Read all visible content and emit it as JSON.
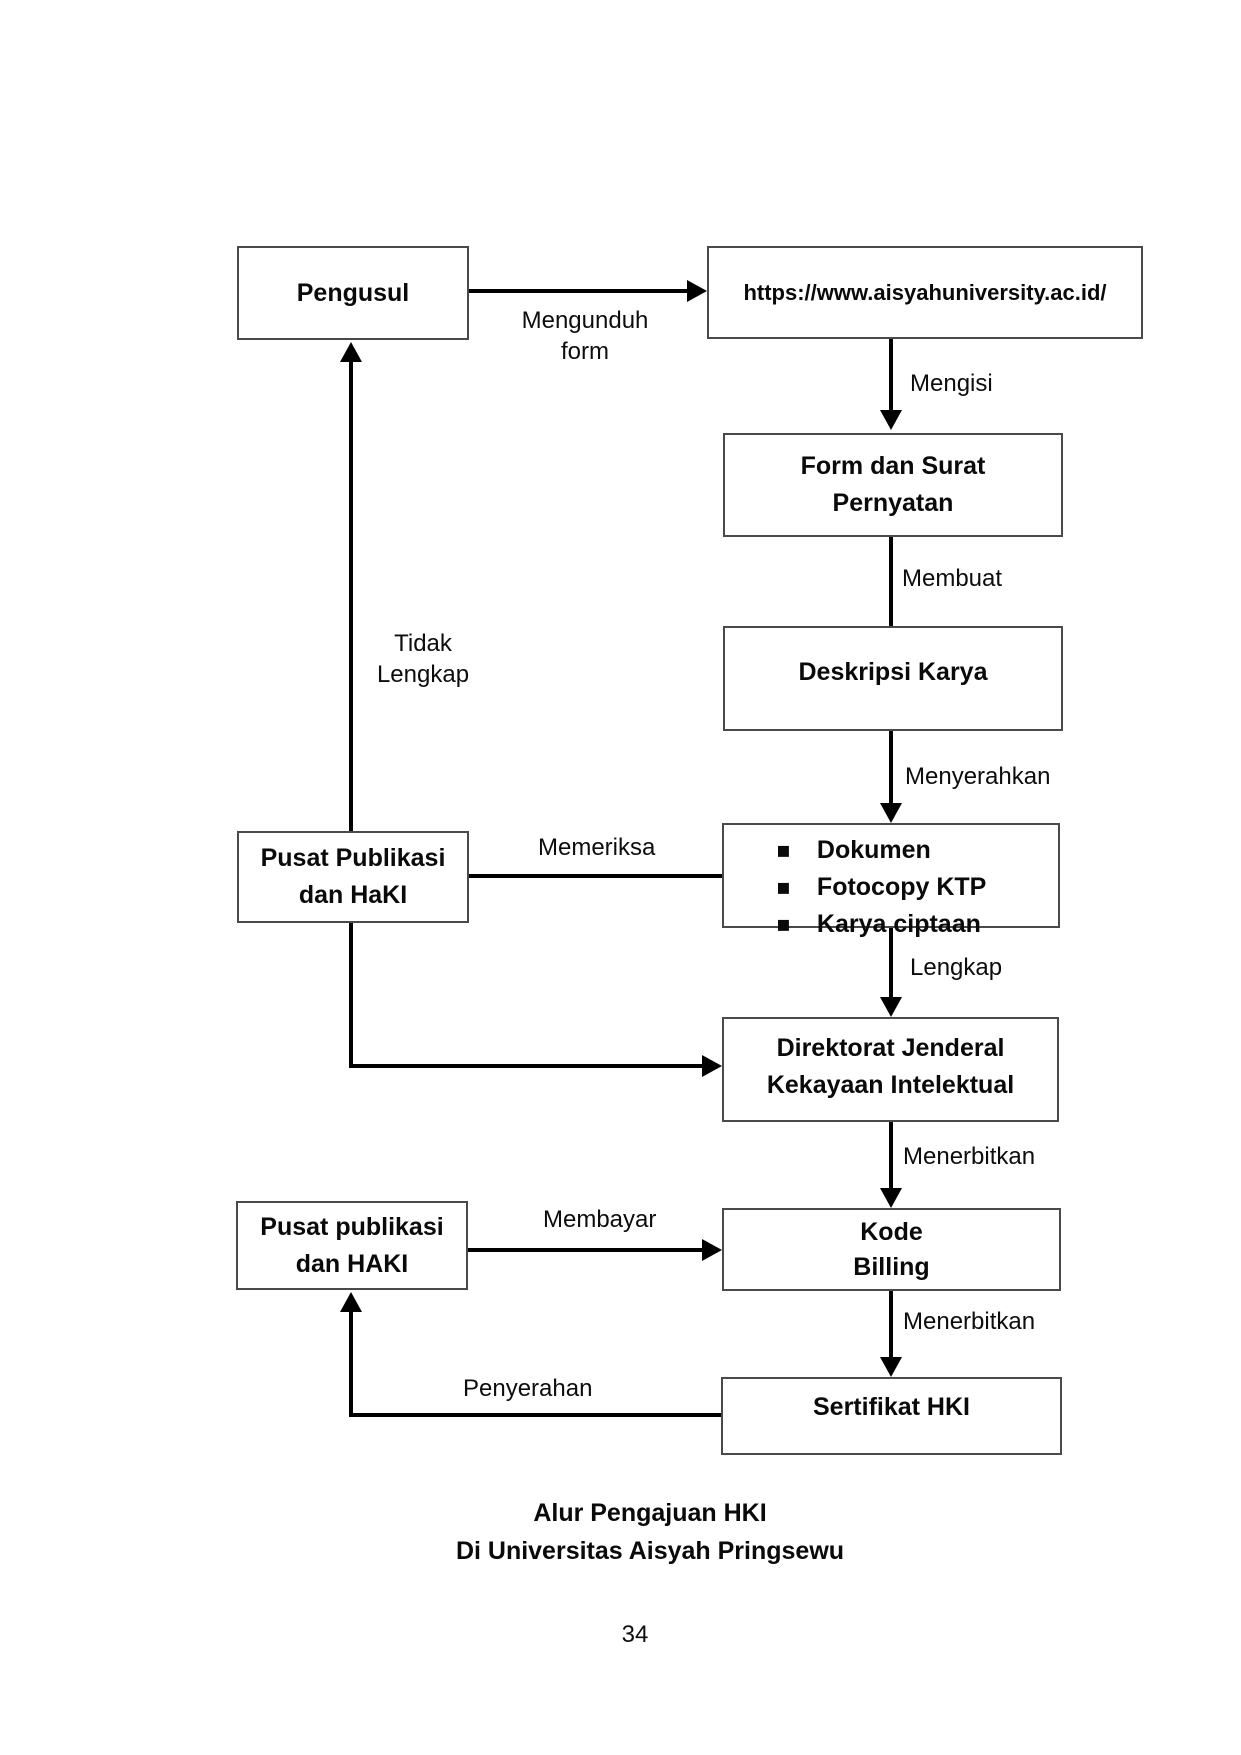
{
  "page": {
    "caption": [
      "Alur Pengajuan HKI",
      "Di Universitas Aisyah Pringsewu"
    ],
    "page_number": "34"
  },
  "flowchart": {
    "nodes": {
      "pengusul": {
        "label": "Pengusul"
      },
      "website": {
        "label": "https://www.aisyahuniversity.ac.id/"
      },
      "form": {
        "lines": [
          "Form dan Surat",
          "Pernyatan"
        ]
      },
      "deskripsi": {
        "label": "Deskripsi Karya"
      },
      "dokumen": {
        "bullet": "▪",
        "items": [
          "Dokumen",
          "Fotocopy KTP",
          "Karya ciptaan"
        ]
      },
      "pusat_publikasi_1": {
        "lines": [
          "Pusat Publikasi",
          "dan HaKI"
        ]
      },
      "direktorat": {
        "lines": [
          "Direktorat Jenderal",
          "Kekayaan Intelektual"
        ]
      },
      "pusat_publikasi_2": {
        "lines": [
          "Pusat publikasi",
          "dan HAKI"
        ]
      },
      "kode_billing": {
        "lines": [
          "Kode",
          "Billing"
        ]
      },
      "sertifikat": {
        "label": "Sertifikat HKI"
      }
    },
    "edge_labels": {
      "mengunduh_form": [
        "Mengunduh",
        "form"
      ],
      "mengisi": "Mengisi",
      "membuat": "Membuat",
      "menyerahkan": "Menyerahkan",
      "memeriksa": "Memeriksa",
      "lengkap": "Lengkap",
      "tidak_lengkap": [
        "Tidak",
        "Lengkap"
      ],
      "menerbitkan_1": "Menerbitkan",
      "membayar": "Membayar",
      "menerbitkan_2": "Menerbitkan",
      "penyerahan": "Penyerahan"
    },
    "colors": {
      "line": "#000000",
      "box_border": "#4a4a4a",
      "background": "#ffffff",
      "text": "#000000"
    }
  }
}
